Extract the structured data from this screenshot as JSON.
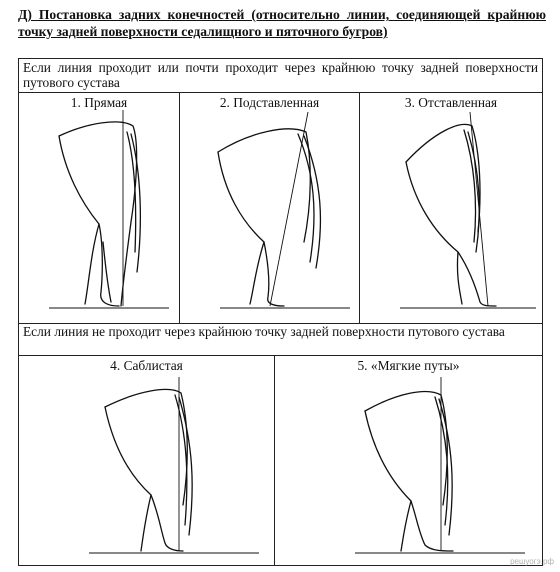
{
  "heading": "Д) Постановка задних конечностей (относительно линии, соединяющей крайнюю точку задней поверхности седалищного и пяточного бугров)",
  "group1": {
    "condition": "Если линия проходит или почти проходит через крайнюю точку задней поверхности путового сустава",
    "items": [
      {
        "label": "1. Прямая"
      },
      {
        "label": "2. Подставленная"
      },
      {
        "label": "3. Отставленная"
      }
    ]
  },
  "group2": {
    "condition": "Если линия не проходит через крайнюю точку задней поверхности путового сустава",
    "items": [
      {
        "label": "4. Саблистая"
      },
      {
        "label": "5. «Мягкие путы»"
      }
    ]
  },
  "watermark": "решуогэ.рф"
}
